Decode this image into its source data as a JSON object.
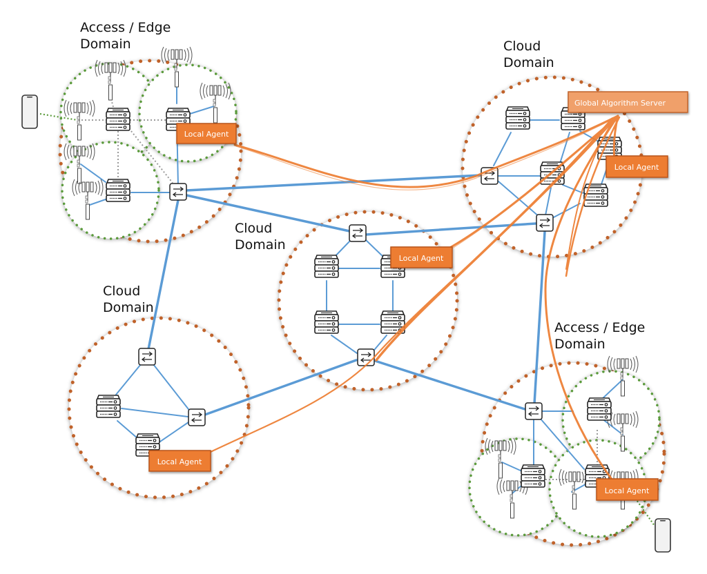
{
  "diagram": {
    "title": "Distributed network domains with local agents and a global algorithm server",
    "domain_labels": {
      "access_edge_top_left": [
        "Access / Edge",
        "Domain"
      ],
      "cloud_top_right": [
        "Cloud",
        "Domain"
      ],
      "cloud_center": [
        "Cloud",
        "Domain"
      ],
      "cloud_bottom_left": [
        "Cloud",
        "Domain"
      ],
      "access_edge_bottom_right": [
        "Access / Edge",
        "Domain"
      ]
    },
    "global_server_label": "Global Algorithm Server",
    "local_agent_label": "Local Agent",
    "local_agents": [
      {
        "domain": "access_edge_top_left",
        "label": "Local Agent"
      },
      {
        "domain": "cloud_top_right",
        "label": "Local Agent"
      },
      {
        "domain": "cloud_center",
        "label": "Local Agent"
      },
      {
        "domain": "cloud_bottom_left",
        "label": "Local Agent"
      },
      {
        "domain": "access_edge_bottom_right",
        "label": "Local Agent"
      }
    ],
    "icons": {
      "server": "server-rack-icon",
      "switch": "network-switch-icon",
      "tower": "cell-tower-icon",
      "phone": "smartphone-icon"
    },
    "colors": {
      "domain_border": "#c0622b",
      "cell_border": "#5a9a3a",
      "link": "#5b9bd5",
      "control": "#ed7d31",
      "agent_fill": "#ed7d31",
      "agent_border": "#b8551a",
      "gas_fill": "#f0a06a",
      "dotted_link": "#9a9a9a"
    }
  }
}
